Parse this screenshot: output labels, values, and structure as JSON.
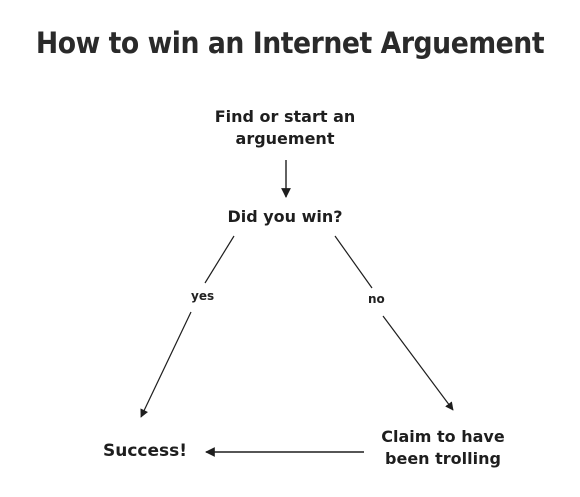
{
  "title": "How to win an Internet Arguement",
  "nodes": {
    "start": {
      "line1": "Find or start an",
      "line2": "arguement"
    },
    "decision": {
      "label": "Did you win?"
    },
    "success": {
      "label": "Success!"
    },
    "troll": {
      "line1": "Claim to have",
      "line2": "been trolling"
    }
  },
  "edges": {
    "yes": "yes",
    "no": "no"
  },
  "colors": {
    "ink": "#1e1e1e",
    "background": "#ffffff"
  }
}
